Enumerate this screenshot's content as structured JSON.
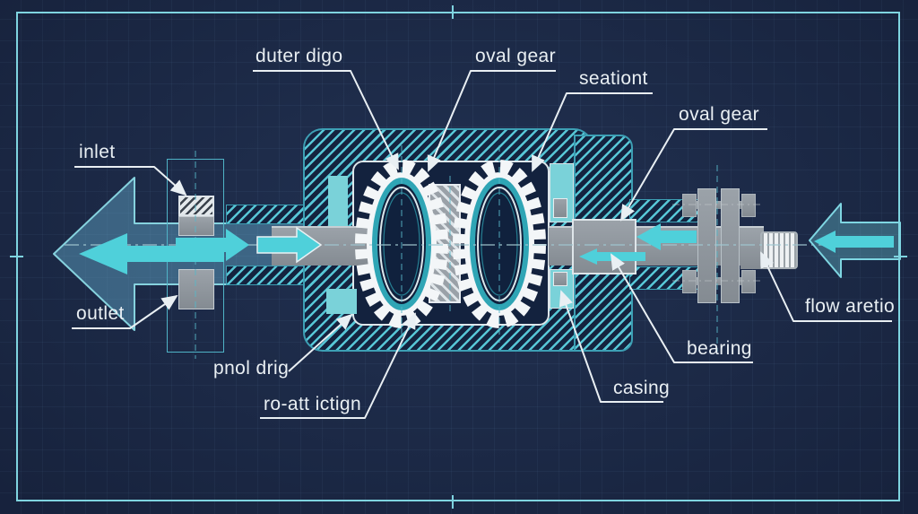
{
  "labels": {
    "duter_digo": "duter digo",
    "oval_gear_top": "oval gear",
    "seationt": "seationt",
    "oval_gear_right": "oval gear",
    "inlet": "inlet",
    "outlet": "outlet",
    "pnol_drig": "pnol drig",
    "ro_att_ictign": "ro-att ictign",
    "casing": "casing",
    "bearing": "bearing",
    "flow_aretio": "flow aretio"
  },
  "colors": {
    "background": "#1c2a4a",
    "frame": "#7fd4e0",
    "hatch": "#57c6d6",
    "solid_teal": "#7ad2d9",
    "gear_teal": "#2fa5b5",
    "arrow_bright": "#4fd0da",
    "arrow_translucent_left": "rgba(100,170,205,0.45)",
    "arrow_translucent_right": "rgba(111,205,220,0.35)",
    "metal_gray": "#8e959c",
    "line_white": "#e9eff3"
  }
}
